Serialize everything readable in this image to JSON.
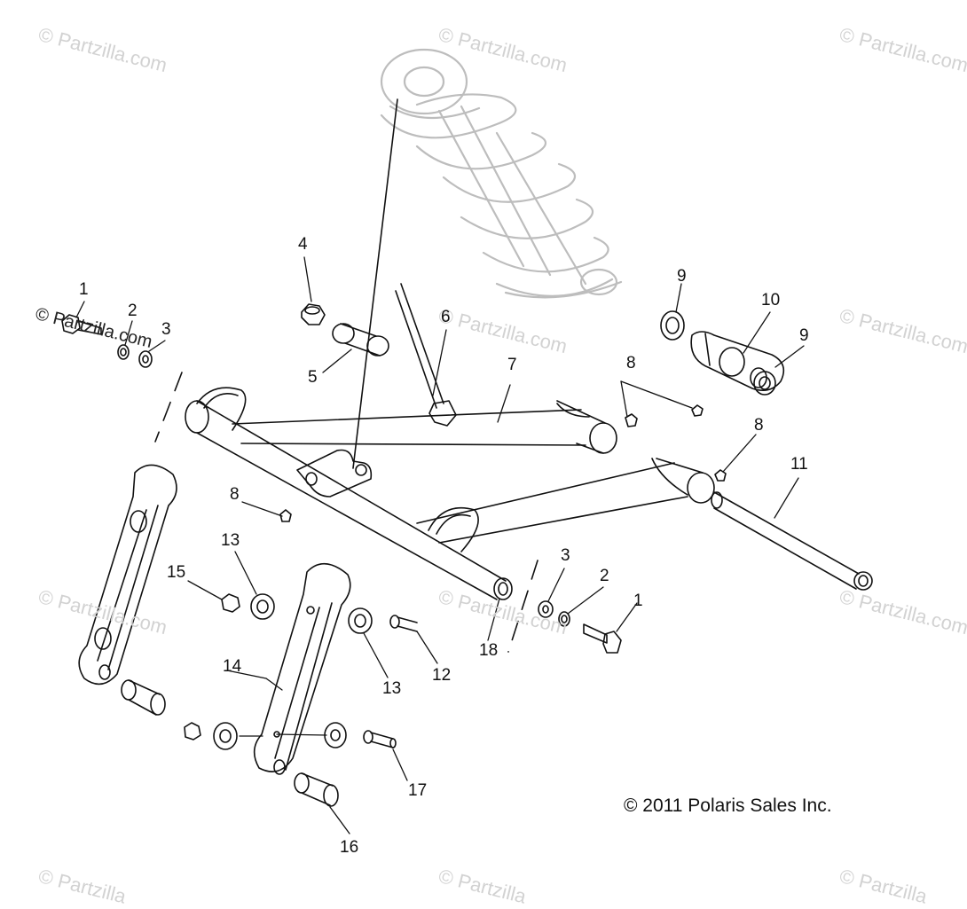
{
  "callouts": [
    "1",
    "2",
    "3",
    "4",
    "5",
    "6",
    "7",
    "8",
    "8",
    "8",
    "9",
    "9",
    "10",
    "11",
    "1",
    "2",
    "3",
    "12",
    "13",
    "13",
    "14",
    "15",
    "16",
    "17",
    "18"
  ],
  "watermark": "© Partzilla.com",
  "watermark_partial": "© Partzilla",
  "copyright": "© 2011 Polaris Sales Inc."
}
